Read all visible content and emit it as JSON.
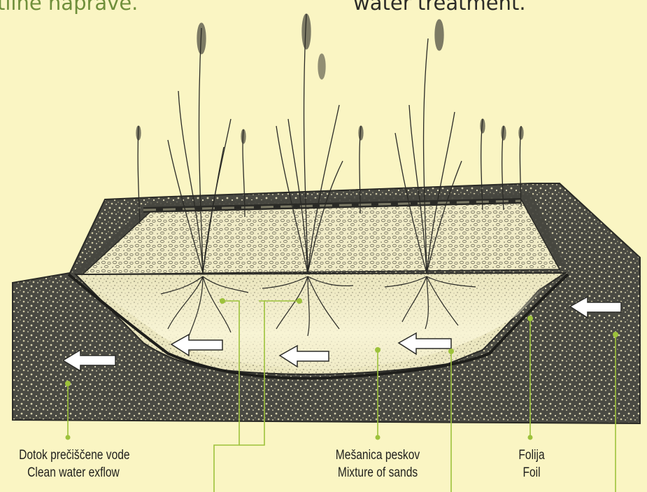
{
  "headings": {
    "left_fragment": "tline naprave.",
    "right_fragment": "water treatment."
  },
  "labels": {
    "exflow": {
      "slovene": "Dotok prečiščene vode",
      "english": "Clean water exflow"
    },
    "sands": {
      "slovene": "Mešanica peskov",
      "english": "Mixture of sands"
    },
    "foil": {
      "slovene": "Folija",
      "english": "Foil"
    }
  },
  "colors": {
    "background": "#faf5c3",
    "leader_line": "#9dc23b",
    "ink": "#2a2a26",
    "soil": "#3d3d37",
    "sand": "#f1eccb"
  },
  "icons": {
    "flow_arrow": "arrow-left-icon",
    "reed": "reed-plant-icon"
  }
}
